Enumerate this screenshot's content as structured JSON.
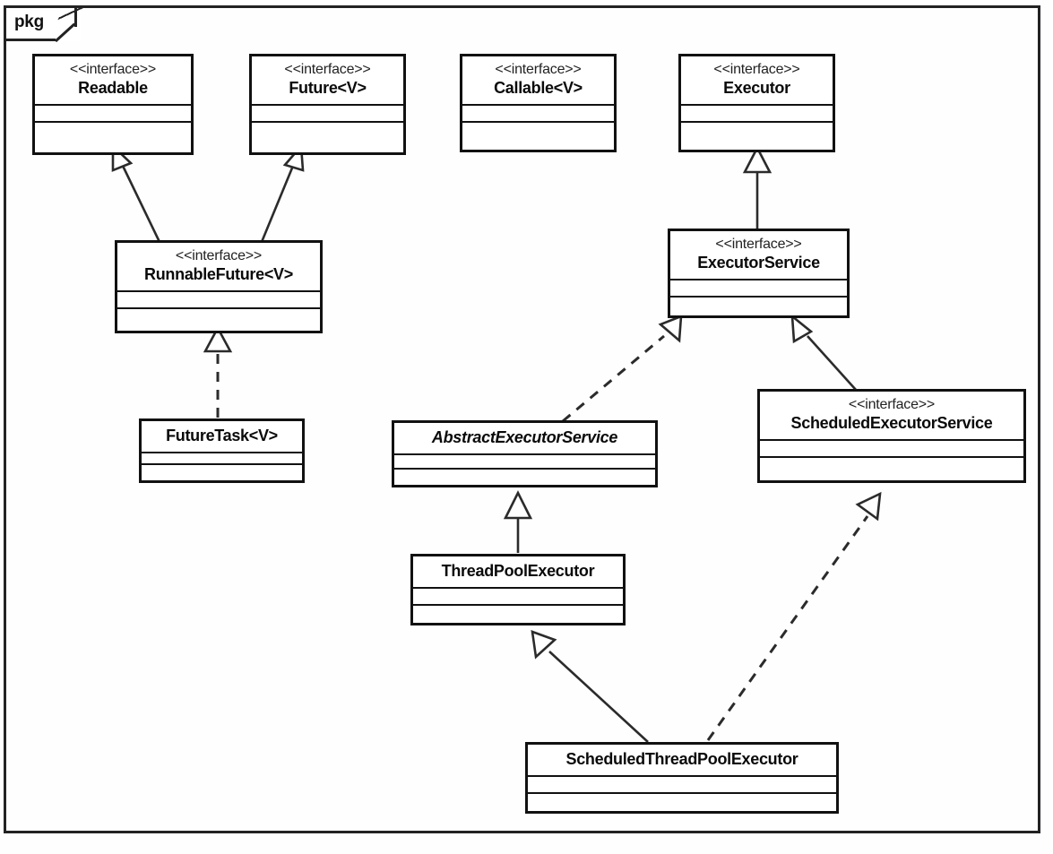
{
  "diagram": {
    "type": "uml-class-diagram",
    "package_label": "pkg",
    "stereotype_interface": "<<interface>>",
    "classes": [
      {
        "id": "readable",
        "name": "Readable",
        "stereotype": "<<interface>>",
        "abstract": false,
        "kind": "interface"
      },
      {
        "id": "future",
        "name": "Future<V>",
        "stereotype": "<<interface>>",
        "abstract": false,
        "kind": "interface"
      },
      {
        "id": "callable",
        "name": "Callable<V>",
        "stereotype": "<<interface>>",
        "abstract": false,
        "kind": "interface"
      },
      {
        "id": "executor",
        "name": "Executor",
        "stereotype": "<<interface>>",
        "abstract": false,
        "kind": "interface"
      },
      {
        "id": "runnable-future",
        "name": "RunnableFuture<V>",
        "stereotype": "<<interface>>",
        "abstract": false,
        "kind": "interface"
      },
      {
        "id": "executor-service",
        "name": "ExecutorService",
        "stereotype": "<<interface>>",
        "abstract": false,
        "kind": "interface"
      },
      {
        "id": "future-task",
        "name": "FutureTask<V>",
        "stereotype": "",
        "abstract": false,
        "kind": "class"
      },
      {
        "id": "abstract-executor-service",
        "name": "AbstractExecutorService",
        "stereotype": "",
        "abstract": true,
        "kind": "abstract-class"
      },
      {
        "id": "scheduled-executor-service",
        "name": "ScheduledExecutorService",
        "stereotype": "<<interface>>",
        "abstract": false,
        "kind": "interface"
      },
      {
        "id": "thread-pool-executor",
        "name": "ThreadPoolExecutor",
        "stereotype": "",
        "abstract": false,
        "kind": "class"
      },
      {
        "id": "scheduled-thread-pool-executor",
        "name": "ScheduledThreadPoolExecutor",
        "stereotype": "",
        "abstract": false,
        "kind": "class"
      }
    ],
    "relationships": [
      {
        "from": "runnable-future",
        "to": "readable",
        "type": "generalization",
        "line": "solid"
      },
      {
        "from": "runnable-future",
        "to": "future",
        "type": "generalization",
        "line": "solid"
      },
      {
        "from": "future-task",
        "to": "runnable-future",
        "type": "realization",
        "line": "dashed"
      },
      {
        "from": "executor-service",
        "to": "executor",
        "type": "generalization",
        "line": "solid"
      },
      {
        "from": "abstract-executor-service",
        "to": "executor-service",
        "type": "realization",
        "line": "dashed"
      },
      {
        "from": "scheduled-executor-service",
        "to": "executor-service",
        "type": "generalization",
        "line": "solid"
      },
      {
        "from": "thread-pool-executor",
        "to": "abstract-executor-service",
        "type": "generalization",
        "line": "solid"
      },
      {
        "from": "scheduled-thread-pool-executor",
        "to": "thread-pool-executor",
        "type": "generalization",
        "line": "solid"
      },
      {
        "from": "scheduled-thread-pool-executor",
        "to": "scheduled-executor-service",
        "type": "realization",
        "line": "dashed"
      }
    ]
  },
  "colors": {
    "background": "#fefefe",
    "box_fill": "#ffffff",
    "box_border": "#111111",
    "frame_border": "#222222",
    "edge": "#2b2b2b",
    "text": "#0a0a0a"
  }
}
